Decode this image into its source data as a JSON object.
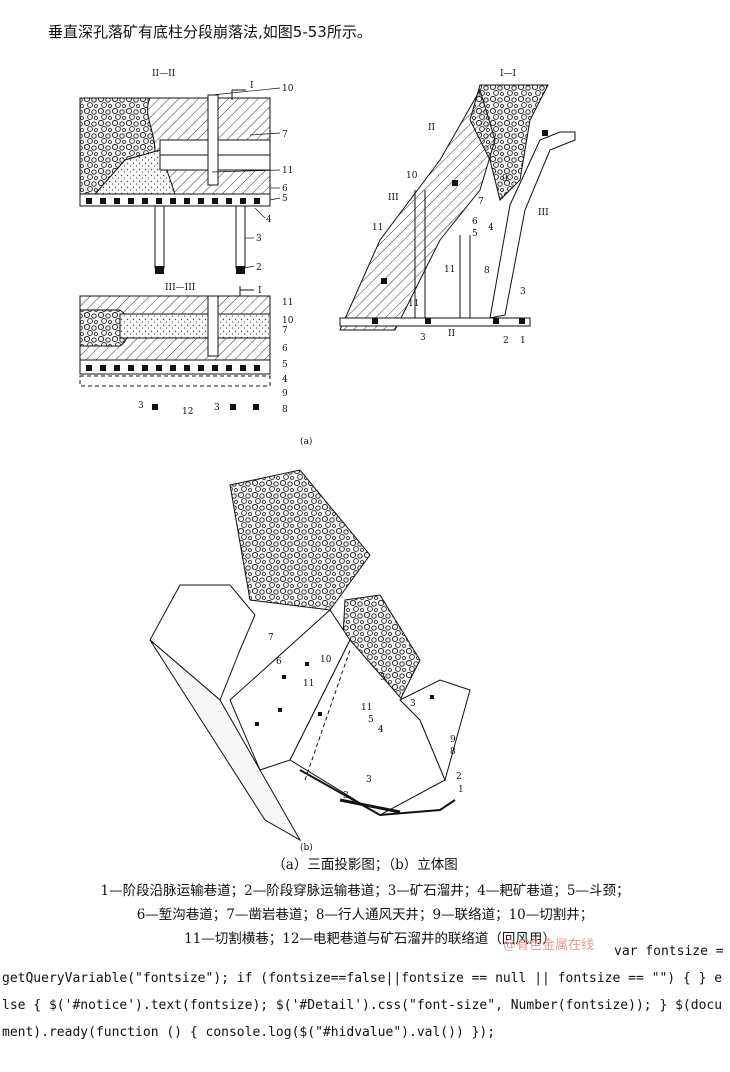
{
  "intro_text": "垂直深孔落矿有底柱分段崩落法,如图5-53所示。",
  "figure": {
    "sections": {
      "ii_ii": "II—II",
      "i_i": "I—I",
      "iii_iii": "III—III"
    },
    "marks": {
      "i": "I",
      "ii": "II",
      "iii": "III"
    },
    "numbers": [
      "1",
      "2",
      "3",
      "4",
      "5",
      "6",
      "7",
      "8",
      "9",
      "10",
      "11",
      "12"
    ],
    "sub_a": "(a)",
    "sub_b": "(b)"
  },
  "caption": {
    "main": "（a）三面投影图；（b）立体图",
    "legend_line1": "1—阶段沿脉运输巷道；2—阶段穿脉运输巷道；3—矿石溜井；4—耙矿巷道；5—斗颈；",
    "legend_line2": "6—堑沟巷道；7—凿岩巷道；8—行人通风天井；9—联络道；10—切割井；",
    "legend_line3": "11—切割横巷；12—电耙巷道与矿石溜井的联络道（回风用）"
  },
  "watermark": "@有色金属在线",
  "code_text": "var fontsize = getQueryVariable(\"fontsize\"); if (fontsize==false||fontsize == null || fontsize == \"\") { } else { $('#notice').text(fontsize); $('#Detail').css(\"font-size\", Number(fontsize)); } $(document).ready(function () { console.log($(\"#hidvalue\").val()) });"
}
